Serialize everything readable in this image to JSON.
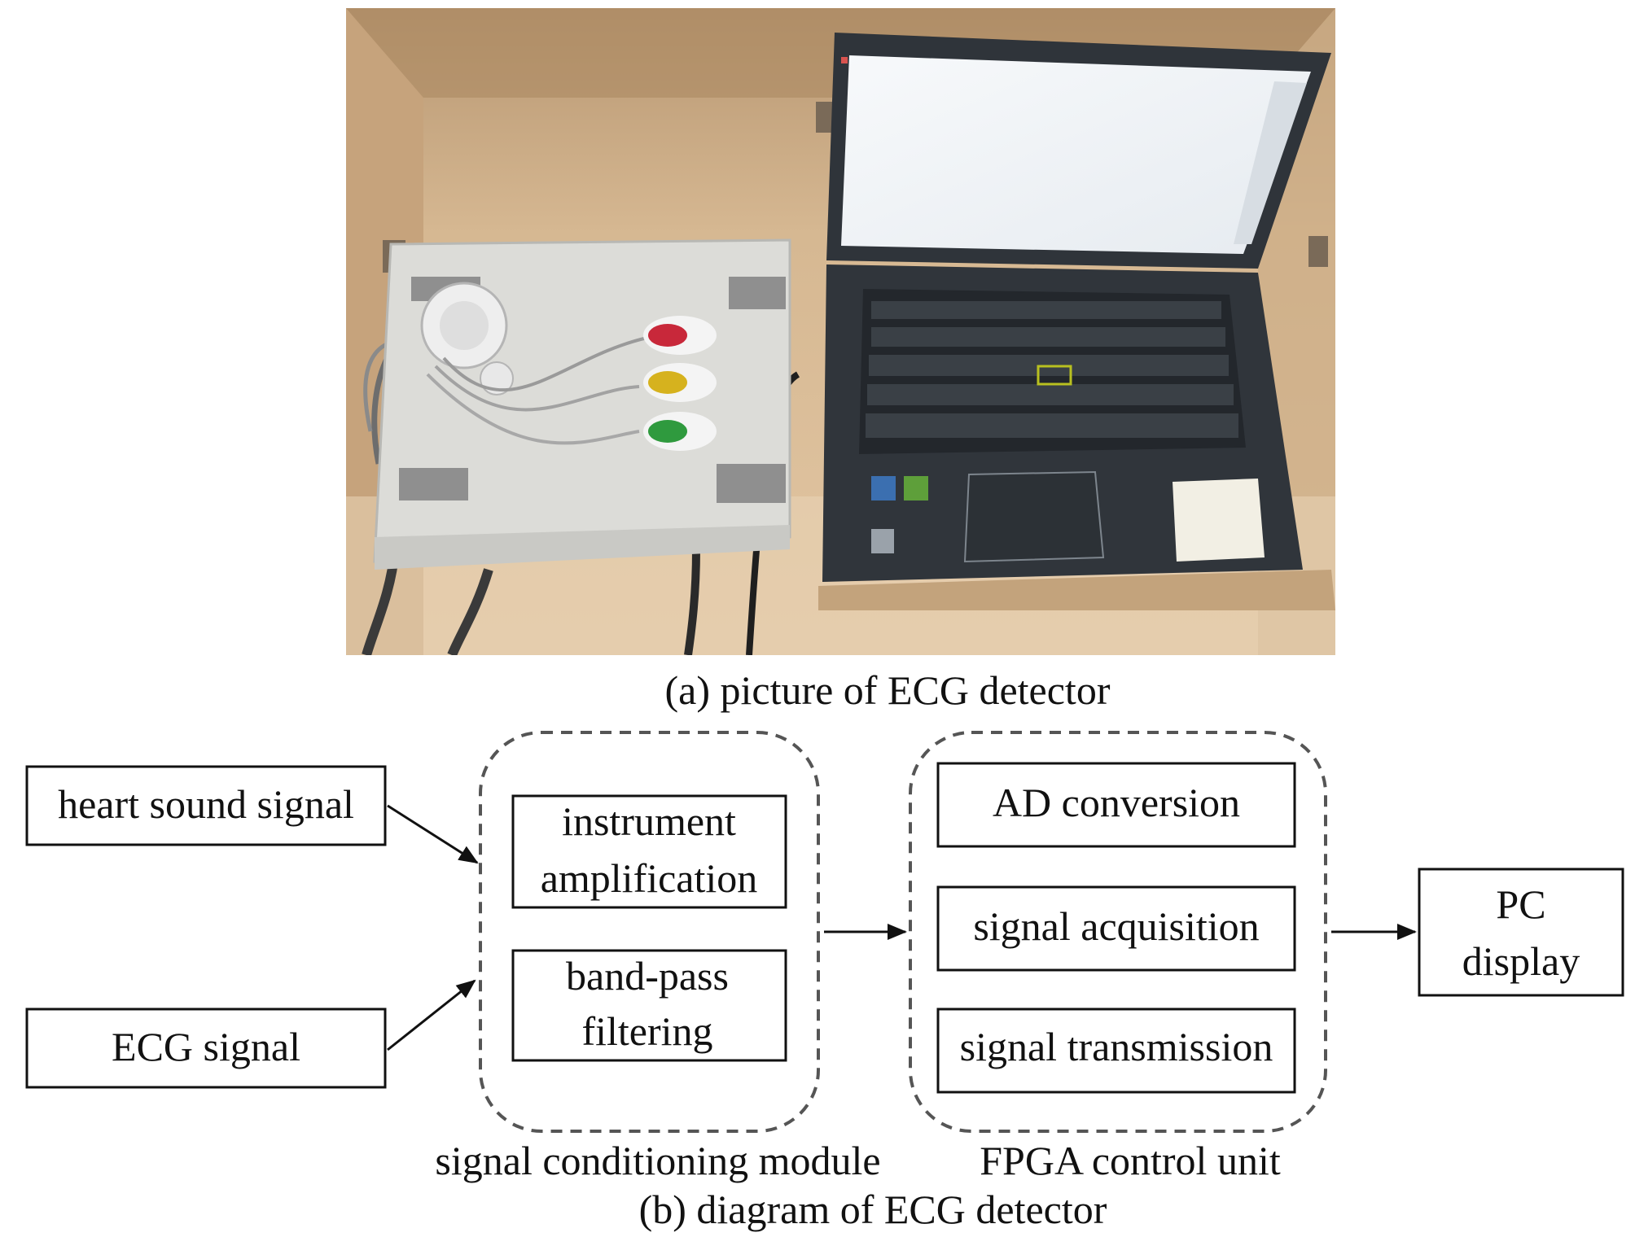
{
  "captions": {
    "photo": "(a) picture of ECG detector",
    "diagram": "(b) diagram of ECG detector"
  },
  "inputs": {
    "heart_sound": "heart sound signal",
    "ecg": "ECG signal"
  },
  "conditioning": {
    "title": "signal conditioning module",
    "instrument_line1": "instrument",
    "instrument_line2": "amplification",
    "bandpass_line1": "band-pass",
    "bandpass_line2": "filtering"
  },
  "fpga": {
    "title": "FPGA control unit",
    "ad": "AD conversion",
    "acquisition": "signal acquisition",
    "transmission": "signal transmission"
  },
  "output": {
    "line1": "PC",
    "line2": "display"
  },
  "colors": {
    "wall": "#d9bb96",
    "device": "#dcdcd8",
    "laptop": "#2f343a",
    "screen": "#f4f6f8",
    "electrode_red": "#c8283a",
    "electrode_yellow": "#d6b21e",
    "electrode_green": "#2f9a3e",
    "dashed_border": "#555555"
  }
}
